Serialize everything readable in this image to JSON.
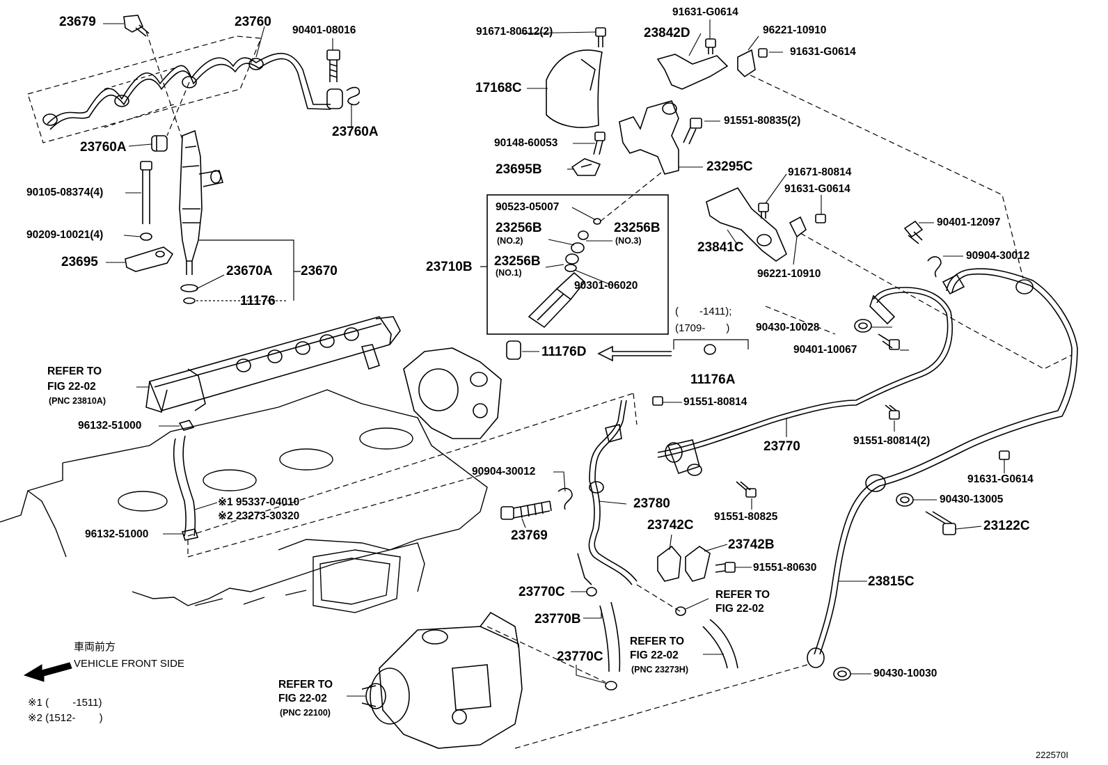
{
  "parts": {
    "p23679": "23679",
    "p23760": "23760",
    "p90401_08016": "90401-08016",
    "p23760A_right": "23760A",
    "p23760A_left": "23760A",
    "p90105": "90105-08374(4)",
    "p90209": "90209-10021(4)",
    "p23695": "23695",
    "p23670A": "23670A",
    "p23670": "23670",
    "p11176": "11176",
    "p91671_80612": "91671-80612(2)",
    "p17168C": "17168C",
    "p90148": "90148-60053",
    "p23695B": "23695B",
    "p23842D": "23842D",
    "p91631_top": "91631-G0614",
    "p96221_top": "96221-10910",
    "p91631_right": "91631-G0614",
    "p91551_80835": "91551-80835(2)",
    "p23295C": "23295C",
    "p91671_80814": "91671-80814",
    "p91631_mid": "91631-G0614",
    "p23841C": "23841C",
    "p96221_mid": "96221-10910",
    "p90523": "90523-05007",
    "p23256B_no2": "23256B",
    "no2": "(NO.2)",
    "p23256B_no3": "23256B",
    "no3": "(NO.3)",
    "p23256B_no1": "23256B",
    "no1": "(NO.1)",
    "p23710B": "23710B",
    "p90301": "90301-06020",
    "p11176D": "11176D",
    "range_a": "(　　-1411);",
    "range_b": "(1709-　　)",
    "p11176A": "11176A",
    "p90401_12097": "90401-12097",
    "p90904_top": "90904-30012",
    "p90430_10028": "90430-10028",
    "p90401_10067": "90401-10067",
    "refer1_a": "REFER TO",
    "refer1_b": "FIG 22-02",
    "refer1_c": "(PNC 23810A)",
    "p96132_top": "96132-51000",
    "p91551_80814": "91551-80814",
    "p23770": "23770",
    "p91551_80814_2": "91551-80814(2)",
    "p91631_low": "91631-G0614",
    "p90904_low": "90904-30012",
    "p23780": "23780",
    "p23769": "23769",
    "p91551_80825": "91551-80825",
    "p95337": "※1 95337-04010",
    "p23273": "※2 23273-30320",
    "p96132_low": "96132-51000",
    "p90430_13005": "90430-13005",
    "p23122C": "23122C",
    "p23742C": "23742C",
    "p23742B": "23742B",
    "p91551_80630": "91551-80630",
    "p23815C": "23815C",
    "p23770C_a": "23770C",
    "refer2_a": "REFER TO",
    "refer2_b": "FIG 22-02",
    "p23770B": "23770B",
    "p23770C_b": "23770C",
    "refer3_a": "REFER TO",
    "refer3_b": "FIG 22-02",
    "refer3_c": "(PNC 23273H)",
    "refer4_a": "REFER TO",
    "refer4_b": "FIG 22-02",
    "refer4_c": "(PNC 22100)",
    "p90430_10030": "90430-10030"
  },
  "legend": {
    "front_jp": "車両前方",
    "front_en": "VEHICLE FRONT SIDE",
    "note1": "※1 (　　 -1511)",
    "note2": "※2 (1512-　　 )"
  },
  "figure_id": "222570I"
}
